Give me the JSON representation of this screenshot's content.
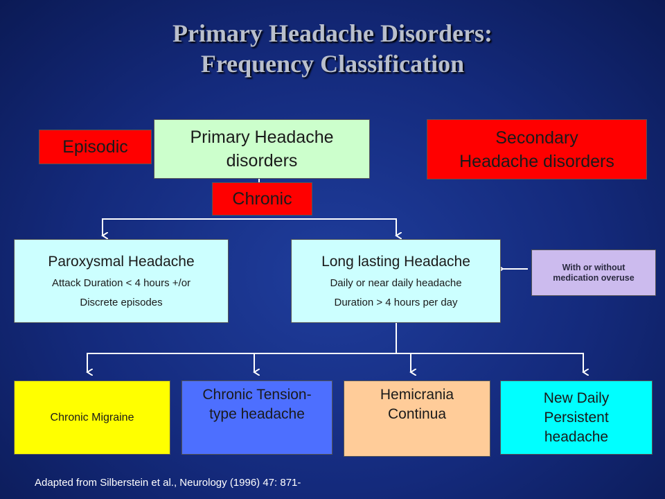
{
  "title": {
    "line1": "Primary Headache Disorders:",
    "line2": "Frequency Classification"
  },
  "nodes": {
    "episodic": "Episodic",
    "primary": {
      "line1": "Primary Headache",
      "line2": "disorders"
    },
    "secondary": {
      "line1": "Secondary",
      "line2": "Headache disorders"
    },
    "chronic": "Chronic",
    "paroxysmal": {
      "title": "Paroxysmal Headache",
      "line1": "Attack Duration < 4 hours +/or",
      "line2": "Discrete episodes"
    },
    "long_lasting": {
      "title": "Long lasting Headache",
      "line1": "Daily or near daily headache",
      "line2": "Duration > 4 hours per day"
    },
    "medication": {
      "line1": "With or without",
      "line2": "medication overuse"
    },
    "chronic_migraine": "Chronic Migraine",
    "tension": {
      "line1": "Chronic Tension-",
      "line2": "type headache"
    },
    "hemicrania": {
      "line1": "Hemicrania",
      "line2": "Continua"
    },
    "ndph": {
      "line1": "New Daily",
      "line2": "Persistent",
      "line3": "headache"
    }
  },
  "caption": "Adapted from Silberstein et al., Neurology (1996) 47: 871-",
  "colors": {
    "background": "#142a7c",
    "red": "#ff0000",
    "primary": "#ccffcc",
    "light_cyan": "#ccffff",
    "lavender": "#ccbbee",
    "yellow": "#ffff00",
    "blue": "#4d6fff",
    "peach": "#ffcc99",
    "cyan": "#00ffff"
  }
}
